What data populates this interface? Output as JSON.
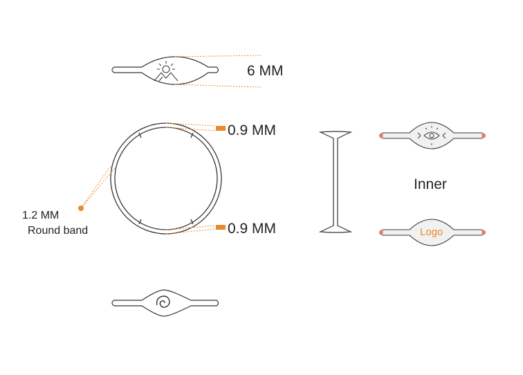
{
  "dimensions": {
    "band_width": "6 MM",
    "top_thickness": "0.9 MM",
    "bottom_thickness": "0.9 MM",
    "band_profile_line1": "1.2 MM",
    "band_profile_line2": "Round band"
  },
  "inner_label": "Inner",
  "logo_label": "Logo",
  "colors": {
    "line": "#333333",
    "accent": "#e8892b",
    "tip": "#e07a7a",
    "fill": "#f1f1f1"
  },
  "icons": {
    "top_view": "sun-mountains-icon",
    "inner_top": "eye-icon",
    "bottom_view": "spiral-icon"
  }
}
